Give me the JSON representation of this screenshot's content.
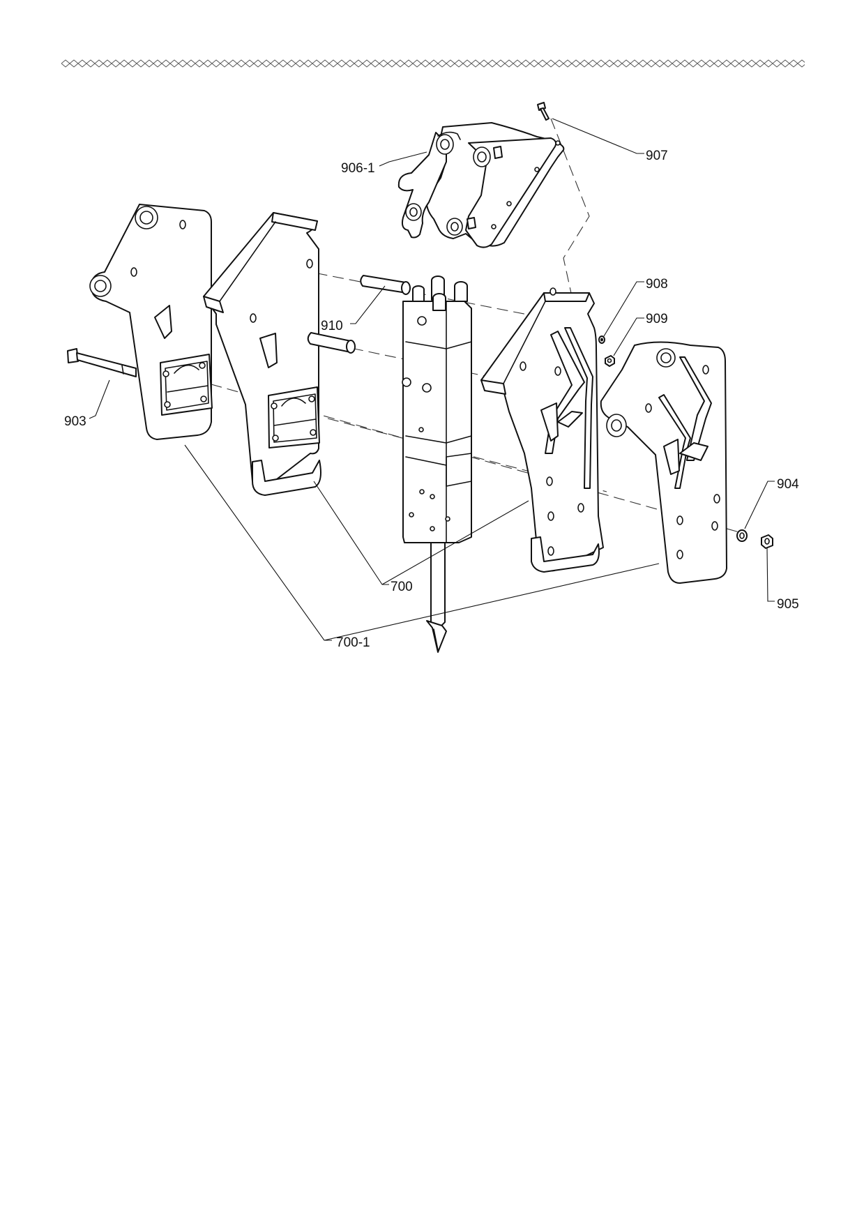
{
  "callouts": {
    "c906_1": "906-1",
    "c907": "907",
    "c908": "908",
    "c909": "909",
    "c910": "910",
    "c903": "903",
    "c904": "904",
    "c905": "905",
    "c700": "700",
    "c700_1": "700-1"
  }
}
